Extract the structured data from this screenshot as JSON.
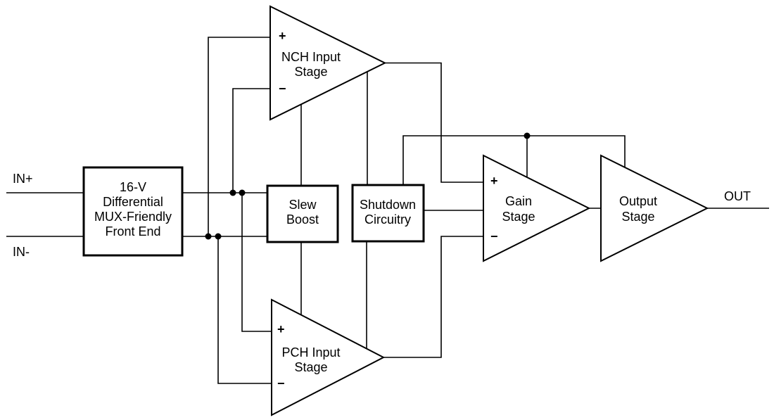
{
  "diagram": {
    "background_color": "#ffffff",
    "line_color": "#000000",
    "io": {
      "in_plus": "IN+",
      "in_minus": "IN-",
      "out": "OUT"
    },
    "signs": {
      "plus": "+",
      "minus": "−"
    },
    "blocks": {
      "front_end": {
        "line1": "16-V",
        "line2": "Differential",
        "line3": "MUX-Friendly",
        "line4": "Front End"
      },
      "slew_boost": {
        "line1": "Slew",
        "line2": "Boost"
      },
      "shutdown": {
        "line1": "Shutdown",
        "line2": "Circuitry"
      },
      "nch_input": {
        "line1": "NCH Input",
        "line2": "Stage"
      },
      "pch_input": {
        "line1": "PCH Input",
        "line2": "Stage"
      },
      "gain": {
        "line1": "Gain",
        "line2": "Stage"
      },
      "output": {
        "line1": "Output",
        "line2": "Stage"
      }
    }
  }
}
